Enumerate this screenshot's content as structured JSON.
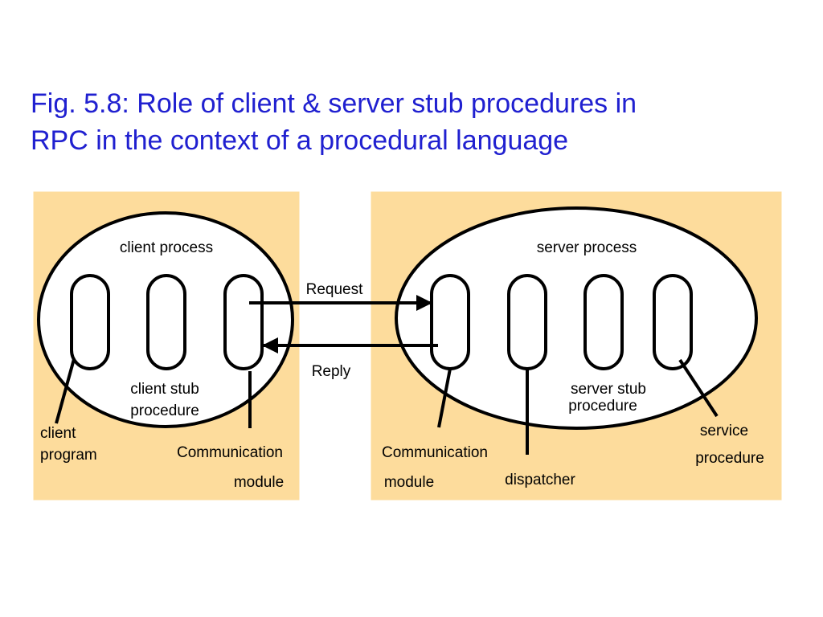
{
  "title": {
    "line1": "Fig. 5.8: Role of client & server stub procedures in",
    "line2": "RPC in the context of a procedural language"
  },
  "colors": {
    "title": "#2020d0",
    "panel_fill": "#fddc9c",
    "panel_border": "#ffffff",
    "ellipse_fill": "#ffffff",
    "stroke": "#000000"
  },
  "client": {
    "process_label": "client process",
    "stub_line1": "client stub",
    "stub_line2": "procedure",
    "program_line1": "client",
    "program_line2": "program",
    "comm_line1": "Communication",
    "comm_line2": "module"
  },
  "server": {
    "process_label": "server process",
    "stub_line1": "server stub",
    "stub_line2": "procedure",
    "service_line1": "service",
    "service_line2": "procedure",
    "comm_line1": "Communication",
    "comm_line2": "module",
    "dispatcher": "dispatcher"
  },
  "arrows": {
    "request": "Request",
    "reply": "Reply"
  }
}
